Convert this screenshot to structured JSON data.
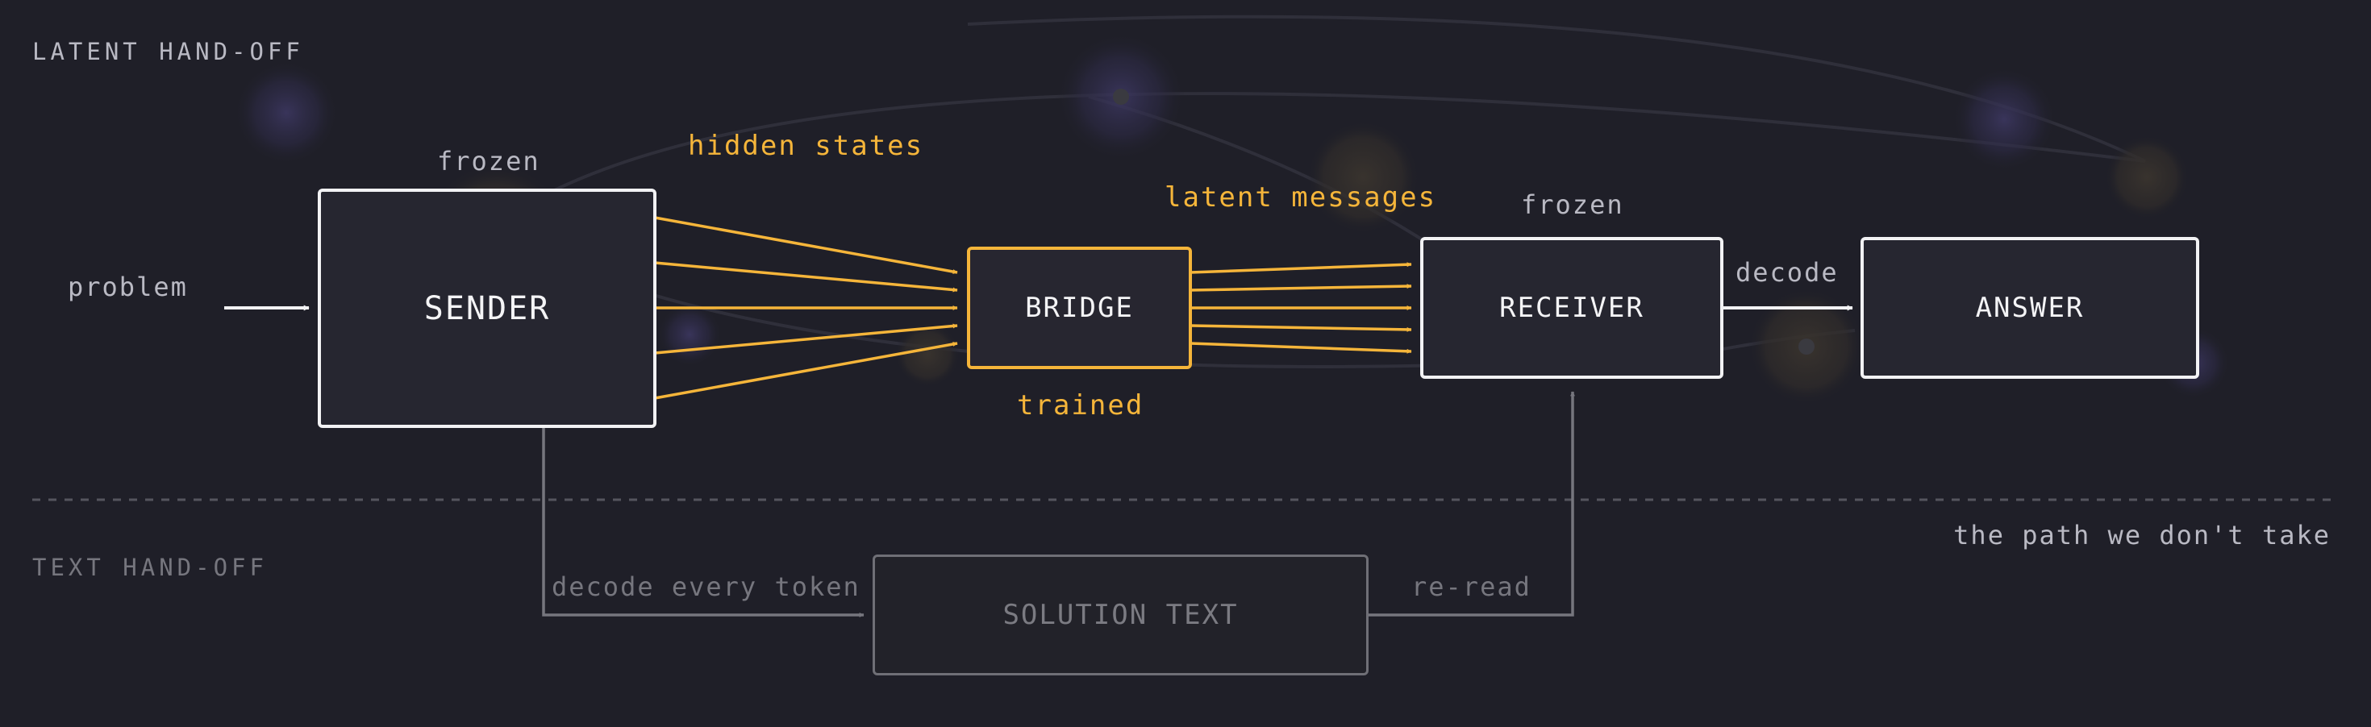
{
  "colors": {
    "background": "#1f1f28",
    "accent": "#f5b53a",
    "primary_line": "#f2f2f4",
    "label": "#b9b9c3",
    "muted": "#76767e"
  },
  "sections": {
    "latent": "LATENT HAND-OFF",
    "text": "TEXT HAND-OFF",
    "text_note": "the path we don't take"
  },
  "nodes": {
    "sender": {
      "label": "SENDER",
      "status": "frozen"
    },
    "bridge": {
      "label": "BRIDGE",
      "status": "trained"
    },
    "receiver": {
      "label": "RECEIVER",
      "status": "frozen"
    },
    "answer": {
      "label": "ANSWER"
    },
    "solution_text": {
      "label": "SOLUTION TEXT"
    }
  },
  "edges": {
    "input": "problem",
    "sender_to_bridge": "hidden states",
    "bridge_to_receiver": "latent messages",
    "receiver_to_answer": "decode",
    "sender_to_solution": "decode every token",
    "solution_to_receiver": "re-read"
  }
}
